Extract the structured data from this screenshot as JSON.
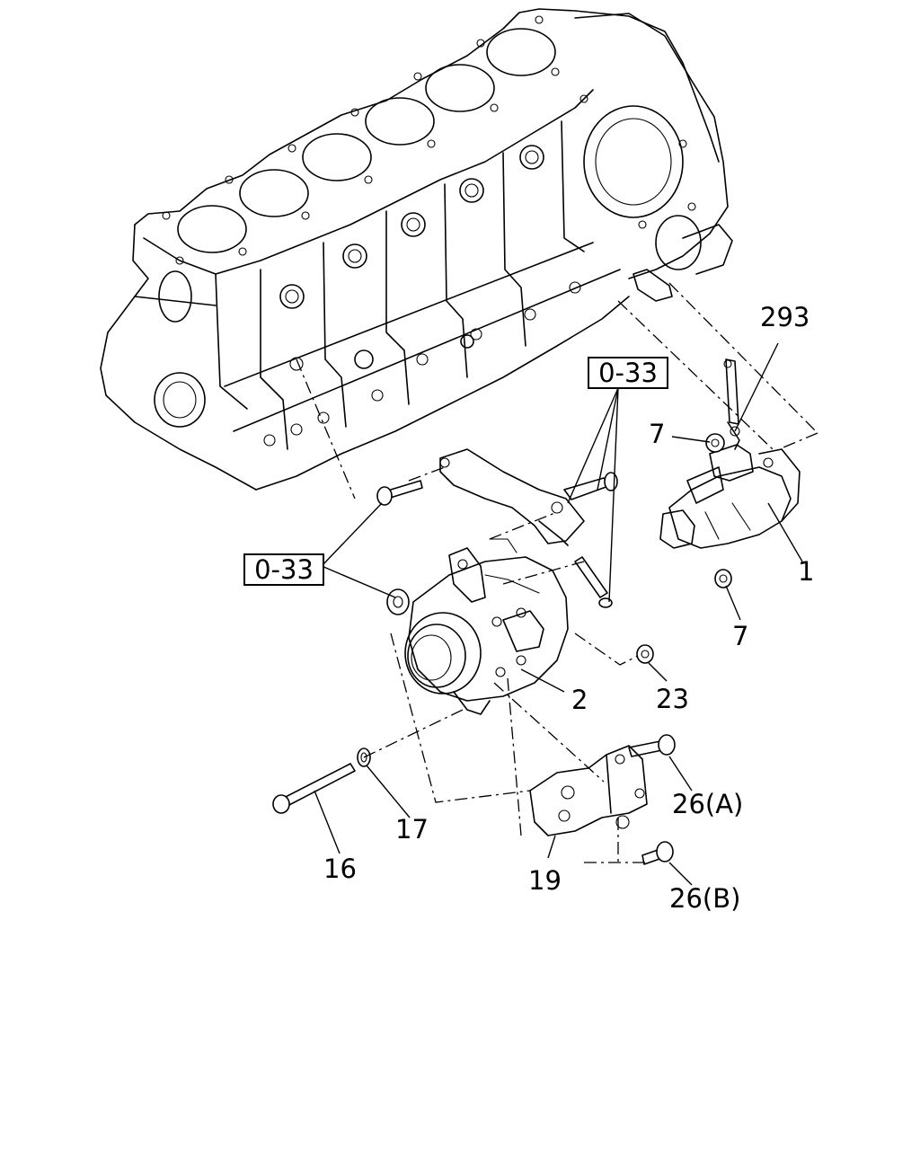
{
  "diagram": {
    "ref_label": "0-33",
    "callouts": {
      "p1": "1",
      "p2": "2",
      "p7a": "7",
      "p7b": "7",
      "p16": "16",
      "p17": "17",
      "p19": "19",
      "p23": "23",
      "p26a": "26(A)",
      "p26b": "26(B)",
      "p293": "293"
    }
  }
}
